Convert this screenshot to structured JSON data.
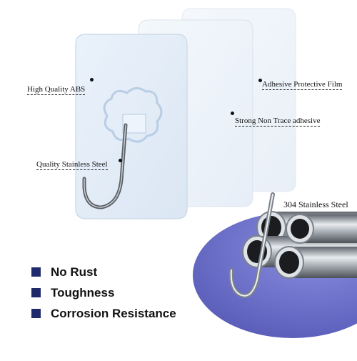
{
  "callouts": {
    "high_quality_abs": "High Quality ABS",
    "adhesive_protective_film": "Adhesive Protective Film",
    "strong_non_trace": "Strong Non Trace adhesive",
    "quality_stainless": "Quality Stainless Steel",
    "steel_304": "304 Stainless Steel"
  },
  "features": [
    {
      "label": "No Rust"
    },
    {
      "label": "Toughness"
    },
    {
      "label": "Corrosion Resistance"
    }
  ],
  "colors": {
    "bullet": "#1f2a6b",
    "purple_disc": "#6b6fc8",
    "steel": "#9aa0a8"
  }
}
